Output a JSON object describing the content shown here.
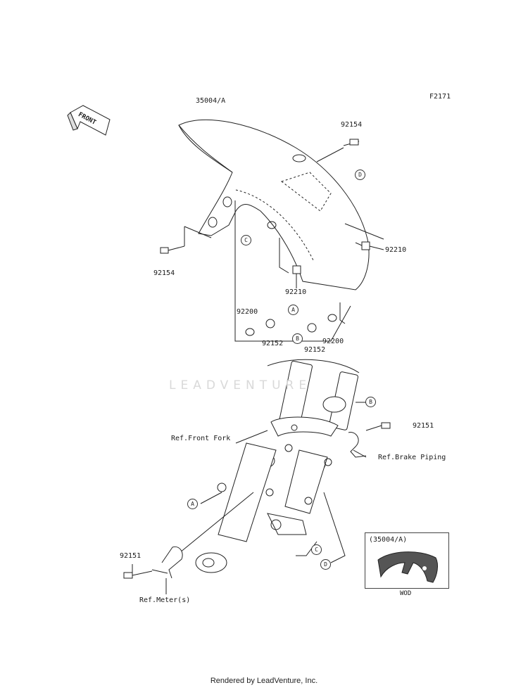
{
  "figure_code": "F2171",
  "front_arrow_label": "FRONT",
  "watermark": "LEADVENTURE",
  "footer": "Rendered by LeadVenture, Inc.",
  "parts": {
    "fender": "35004/A",
    "bolt_top": "92154",
    "bolt_left": "92154",
    "nut_right": "92210",
    "nut_center": "92210",
    "washer_left": "92200",
    "collar_left": "92152",
    "collar_right": "92152",
    "washer_right": "92200",
    "bolt_brake": "92151",
    "bolt_meter": "92151"
  },
  "references": {
    "front_fork": "Ref.Front Fork",
    "brake_piping": "Ref.Brake Piping",
    "meter": "Ref.Meter(s)"
  },
  "callouts": {
    "a_top": "A",
    "b_top": "B",
    "c_top": "C",
    "d_top": "D",
    "a_bottom": "A",
    "b_bottom": "B",
    "c_bottom": "C",
    "d_bottom": "D"
  },
  "inset": {
    "title": "(35004/A)",
    "caption": "WOD"
  }
}
